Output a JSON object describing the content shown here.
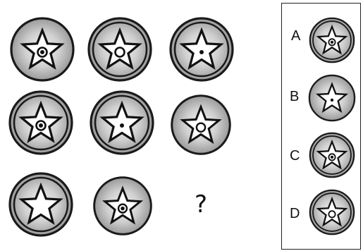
{
  "puzzle": {
    "grid": [
      {
        "rings": 1,
        "center": "dot-ring"
      },
      {
        "rings": 2,
        "center": "ring"
      },
      {
        "rings": 2,
        "center": "dot"
      },
      {
        "rings": 2,
        "center": "dot-ring"
      },
      {
        "rings": 2,
        "center": "dot"
      },
      {
        "rings": 1,
        "center": "ring"
      },
      {
        "rings": 2,
        "center": "none"
      },
      {
        "rings": 1,
        "center": "dot-ring"
      }
    ],
    "missing_symbol": "?",
    "options": [
      {
        "label": "A",
        "rings": 2,
        "center": "dot-ring"
      },
      {
        "label": "B",
        "rings": 1,
        "center": "dot"
      },
      {
        "label": "C",
        "rings": 2,
        "center": "dot-ring"
      },
      {
        "label": "D",
        "rings": 2,
        "center": "ring"
      }
    ]
  }
}
